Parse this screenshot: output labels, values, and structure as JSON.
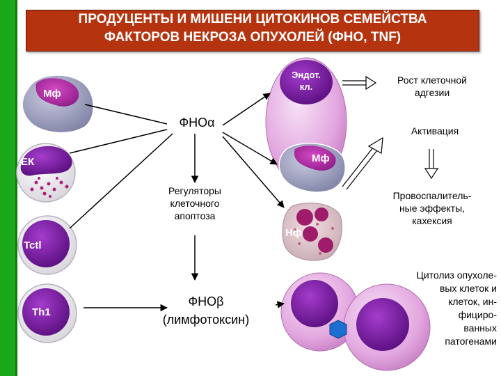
{
  "title": {
    "line1": "ПРОДУЦЕНТЫ И МИШЕНИ ЦИТОКИНОВ СЕМЕЙСТВА",
    "line2": "ФАКТОРОВ НЕКРОЗА ОПУХОЛЕЙ (ФНО, TNF)"
  },
  "colors": {
    "accent_green": "#1aa81a",
    "title_bg": "#b5340f",
    "cell_pink": "#e9b3e6",
    "nucleus_purple": "#7b1fa0"
  },
  "producers": {
    "macrophage": "Мф",
    "nk": "ЕК",
    "tctl": "Tctl",
    "th1": "Th1"
  },
  "cytokines": {
    "tnf_alpha": "ФНОα",
    "tnf_beta_1": "ФНОβ",
    "tnf_beta_2": "(лимфотоксин)"
  },
  "targets": {
    "endothelial_1": "Эндот.",
    "endothelial_2": "кл.",
    "macrophage": "Мф",
    "neutrophil": "Нф"
  },
  "effects": {
    "adhesion_1": "Рост клеточной",
    "adhesion_2": "адгезии",
    "activation": "Активация",
    "apoptosis_1": "Регуляторы",
    "apoptosis_2": "клеточного",
    "apoptosis_3": "апоптоза",
    "proinflam_1": "Провоспалитель-",
    "proinflam_2": "ные эффекты,",
    "proinflam_3": "кахексия",
    "cytolysis_1": "Цитолиз опухоле-",
    "cytolysis_2": "вых клеток и",
    "cytolysis_3": "клеток, ин-",
    "cytolysis_4": "фициро-",
    "cytolysis_5": "ванных",
    "cytolysis_6": "патогенами"
  }
}
